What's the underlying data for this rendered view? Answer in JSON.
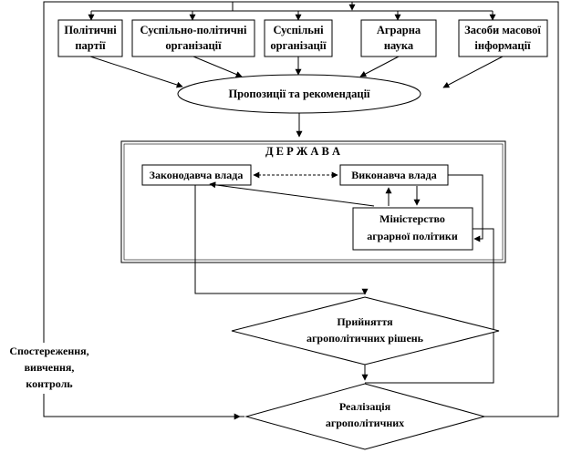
{
  "top_boxes": [
    {
      "line1": "Політичні",
      "line2": "партії"
    },
    {
      "line1": "Суспільно-політичні",
      "line2": "організації"
    },
    {
      "line1": "Суспільні",
      "line2": "організації"
    },
    {
      "line1": "Аграрна",
      "line2": "наука"
    },
    {
      "line1": "Засоби масової",
      "line2": "інформації"
    }
  ],
  "proposals": "Пропозиції та рекомендації",
  "state": {
    "title": "Д Е Р Ж А В А",
    "legislative": "Законодавча влада",
    "executive": "Виконавча влада",
    "ministry_line1": "Міністерство",
    "ministry_line2": "аграрної політики"
  },
  "decision": {
    "line1": "Прийняття",
    "line2": "агрополітичних рішень"
  },
  "implementation": {
    "line1": "Реалізація",
    "line2": "агрополітичних"
  },
  "feedback": {
    "line1": "Спостереження,",
    "line2": "вивчення,",
    "line3": "контроль"
  }
}
